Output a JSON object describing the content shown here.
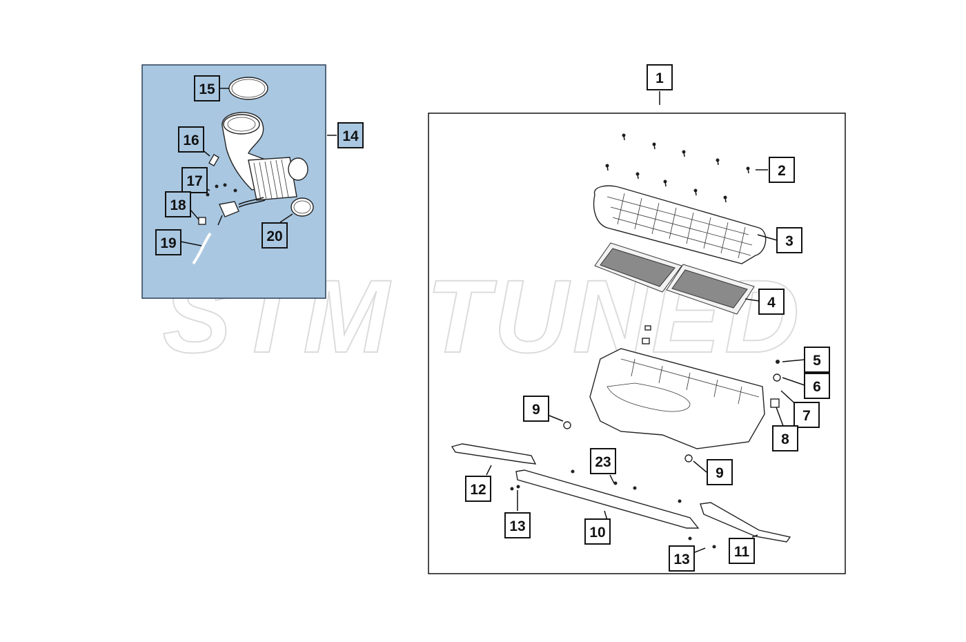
{
  "watermark": {
    "text": "STM TUNED",
    "color": "#d8d8d8"
  },
  "highlight_panel": {
    "color": "#a9c7e1",
    "border": "#2a3e56"
  },
  "callouts": {
    "c1": "1",
    "c2": "2",
    "c3": "3",
    "c4": "4",
    "c5": "5",
    "c6": "6",
    "c7": "7",
    "c8": "8",
    "c9a": "9",
    "c9b": "9",
    "c10": "10",
    "c11": "11",
    "c12": "12",
    "c13a": "13",
    "c13b": "13",
    "c14": "14",
    "c15": "15",
    "c16": "16",
    "c17": "17",
    "c18": "18",
    "c19": "19",
    "c20": "20",
    "c23": "23"
  }
}
